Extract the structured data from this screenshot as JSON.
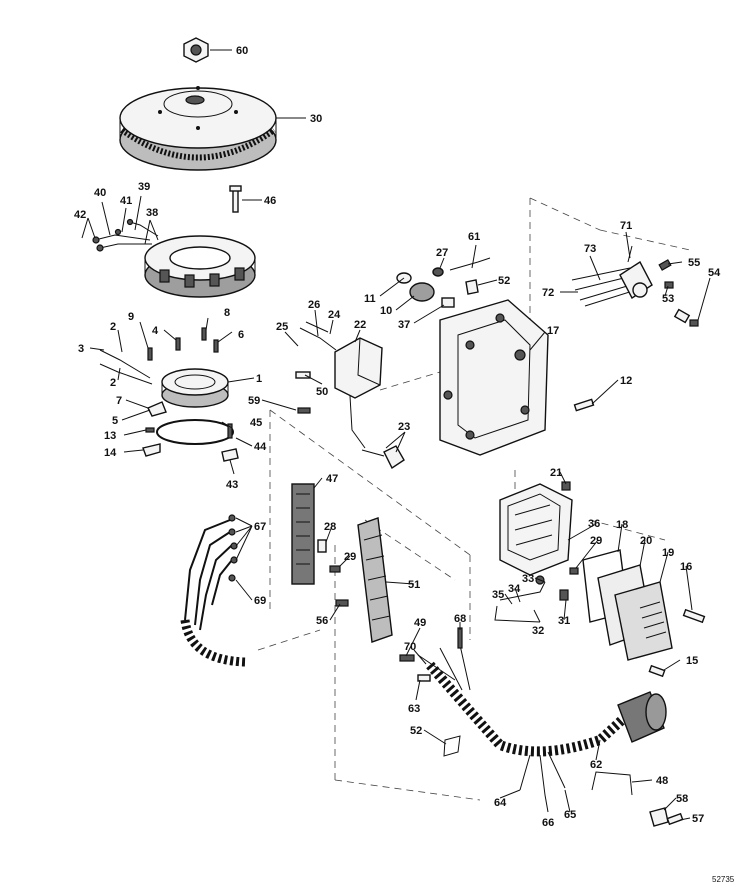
{
  "drawing_code": "52735",
  "callouts": [
    {
      "id": "c60",
      "text": "60"
    },
    {
      "id": "c30",
      "text": "30"
    },
    {
      "id": "c46",
      "text": "46"
    },
    {
      "id": "c40",
      "text": "40"
    },
    {
      "id": "c39",
      "text": "39"
    },
    {
      "id": "c41",
      "text": "41"
    },
    {
      "id": "c42",
      "text": "42"
    },
    {
      "id": "c38",
      "text": "38"
    },
    {
      "id": "c61",
      "text": "61"
    },
    {
      "id": "c27",
      "text": "27"
    },
    {
      "id": "c52a",
      "text": "52"
    },
    {
      "id": "c11",
      "text": "11"
    },
    {
      "id": "c10",
      "text": "10"
    },
    {
      "id": "c37",
      "text": "37"
    },
    {
      "id": "c71",
      "text": "71"
    },
    {
      "id": "c73",
      "text": "73"
    },
    {
      "id": "c55",
      "text": "55"
    },
    {
      "id": "c54",
      "text": "54"
    },
    {
      "id": "c72",
      "text": "72"
    },
    {
      "id": "c53",
      "text": "53"
    },
    {
      "id": "c17",
      "text": "17"
    },
    {
      "id": "c12",
      "text": "12"
    },
    {
      "id": "c26",
      "text": "26"
    },
    {
      "id": "c24",
      "text": "24"
    },
    {
      "id": "c22",
      "text": "22"
    },
    {
      "id": "c25",
      "text": "25"
    },
    {
      "id": "c50",
      "text": "50"
    },
    {
      "id": "c59",
      "text": "59"
    },
    {
      "id": "c23",
      "text": "23"
    },
    {
      "id": "c9",
      "text": "9"
    },
    {
      "id": "c8",
      "text": "8"
    },
    {
      "id": "c2a",
      "text": "2"
    },
    {
      "id": "c4",
      "text": "4"
    },
    {
      "id": "c6",
      "text": "6"
    },
    {
      "id": "c3",
      "text": "3"
    },
    {
      "id": "c2b",
      "text": "2"
    },
    {
      "id": "c1",
      "text": "1"
    },
    {
      "id": "c7",
      "text": "7"
    },
    {
      "id": "c5",
      "text": "5"
    },
    {
      "id": "c13",
      "text": "13"
    },
    {
      "id": "c45",
      "text": "45"
    },
    {
      "id": "c44",
      "text": "44"
    },
    {
      "id": "c14",
      "text": "14"
    },
    {
      "id": "c43",
      "text": "43"
    },
    {
      "id": "c21",
      "text": "21"
    },
    {
      "id": "c47",
      "text": "47"
    },
    {
      "id": "c67",
      "text": "67"
    },
    {
      "id": "c28",
      "text": "28"
    },
    {
      "id": "c29a",
      "text": "29"
    },
    {
      "id": "c36",
      "text": "36"
    },
    {
      "id": "c18",
      "text": "18"
    },
    {
      "id": "c20",
      "text": "20"
    },
    {
      "id": "c29b",
      "text": "29"
    },
    {
      "id": "c19",
      "text": "19"
    },
    {
      "id": "c33",
      "text": "33"
    },
    {
      "id": "c34",
      "text": "34"
    },
    {
      "id": "c35",
      "text": "35"
    },
    {
      "id": "c16",
      "text": "16"
    },
    {
      "id": "c51",
      "text": "51"
    },
    {
      "id": "c69",
      "text": "69"
    },
    {
      "id": "c31",
      "text": "31"
    },
    {
      "id": "c32",
      "text": "32"
    },
    {
      "id": "c56",
      "text": "56"
    },
    {
      "id": "c68",
      "text": "68"
    },
    {
      "id": "c49",
      "text": "49"
    },
    {
      "id": "c15",
      "text": "15"
    },
    {
      "id": "c70",
      "text": "70"
    },
    {
      "id": "c63",
      "text": "63"
    },
    {
      "id": "c52b",
      "text": "52"
    },
    {
      "id": "c62",
      "text": "62"
    },
    {
      "id": "c48",
      "text": "48"
    },
    {
      "id": "c58",
      "text": "58"
    },
    {
      "id": "c64",
      "text": "64"
    },
    {
      "id": "c66",
      "text": "66"
    },
    {
      "id": "c65",
      "text": "65"
    },
    {
      "id": "c57",
      "text": "57"
    }
  ]
}
